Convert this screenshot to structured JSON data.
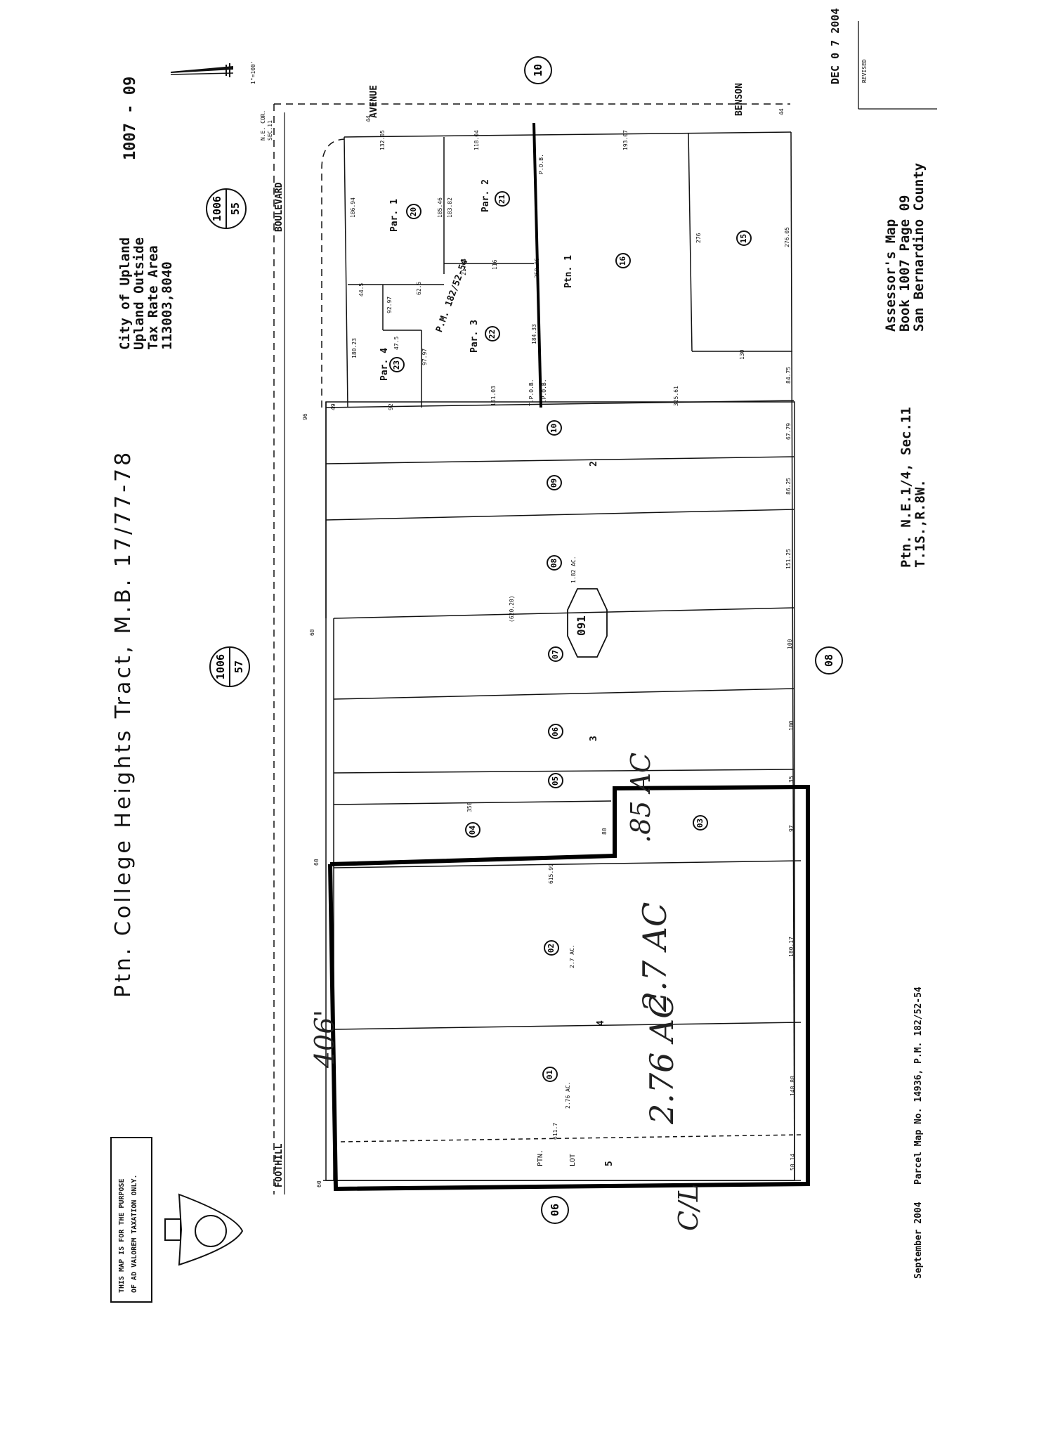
{
  "header": {
    "title": "Ptn. College Heights Tract, M.B. 17/77-78",
    "jurisdiction": [
      "City of Upland",
      "Upland Outside",
      "Tax Rate Area",
      "113003,8040"
    ],
    "map_number": "1007 - 09",
    "revised_stamp": "DEC 0 7 2004",
    "revised_label": "REVISED",
    "scale": "1\"=100'"
  },
  "footer": {
    "assessor": [
      "Assessor's Map",
      "Book 1007 Page 09",
      "San Bernardino County"
    ],
    "section": [
      "Ptn. N.E.1/4, Sec.11",
      "T.1S.,R.8W."
    ],
    "parcel_map_ref": "Parcel Map No. 14936, P.M. 182/52-54",
    "date": "September 2004",
    "disclaimer": [
      "THIS MAP IS FOR THE PURPOSE",
      "OF AD VALOREM TAXATION ONLY."
    ]
  },
  "streets": {
    "foothill": "FOOTHILL",
    "boulevard": "BOULEVARD",
    "avenue": "AVENUE",
    "benson": "BENSON",
    "ne_corner": [
      "N.E. COR.",
      "SEC.11"
    ]
  },
  "references": {
    "book_top": {
      "top": "1006",
      "bottom": "55"
    },
    "book_mid": {
      "top": "1006",
      "bottom": "57"
    },
    "map_10": "10",
    "map_08": "08",
    "map_06": "06",
    "block": "091"
  },
  "parcels": {
    "p01": "01",
    "p02": "02",
    "p03": "03",
    "p04": "04",
    "p05": "05",
    "p06": "06",
    "p07": "07",
    "p08": "08",
    "p09": "09",
    "p10": "10",
    "p15": "15",
    "p16": "16",
    "p20": "20",
    "p21": "21",
    "p22": "22",
    "p23": "23"
  },
  "parcel_labels": {
    "par1": "Par. 1",
    "par2": "Par. 2",
    "par3": "Par. 3",
    "par4": "Par. 4",
    "ptn1": "Ptn. 1",
    "pm_ref": "P.M. 182/52-54",
    "ptn": "PTN.",
    "lot": "LOT",
    "acre_01": "2.76 AC.",
    "acre_02": "2.7 AC.",
    "acre_08": "1.82 AC."
  },
  "lot_numbers": {
    "l2": "2",
    "l3": "3",
    "l4": "4",
    "l5": "5"
  },
  "dimensions": {
    "d8": "96",
    "d16": "60",
    "d20": "60",
    "d21": "60",
    "d3": "60",
    "d44a": "44",
    "d44b": "44",
    "d49": "49",
    "d92": "92",
    "d80": "80",
    "d35": "35",
    "d97": "97",
    "d100a": "100",
    "d100b": "100",
    "d151": "151.03",
    "d6119": "615.99",
    "d611": "611.7",
    "d620": "(620.20)",
    "d350": "350",
    "d32561": "325.61",
    "d18017": "180.17",
    "d14688": "148.88",
    "d5014": "50.14",
    "d15125": "151.25",
    "d8625": "86.25",
    "d6779": "67.79",
    "d8475": "84.75",
    "d27505": "276.05",
    "d276": "276",
    "d130": "130",
    "d19307": "193.07",
    "d13205": "132.05",
    "d11804": "118.04",
    "d18694": "186.94",
    "d18546": "185.46",
    "d18382": "183.82",
    "d18023": "180.23",
    "d9797": "97.97",
    "d9297": "92.97",
    "d475": "47.5",
    "d625": "62.5",
    "d445": "44.5",
    "d2164": "21.64",
    "d116": "116",
    "d35896": "358.96",
    "d18433": "184.33",
    "tpob1": "T.P.O.B.",
    "tpob2": "T.P.O.B.",
    "pob": "P.O.B."
  },
  "handwritten": {
    "ac85": ".85 AC",
    "ac27": "2.7 AC",
    "ac276": "2.76 AC",
    "ft406": "406'",
    "cl": "C/L"
  }
}
